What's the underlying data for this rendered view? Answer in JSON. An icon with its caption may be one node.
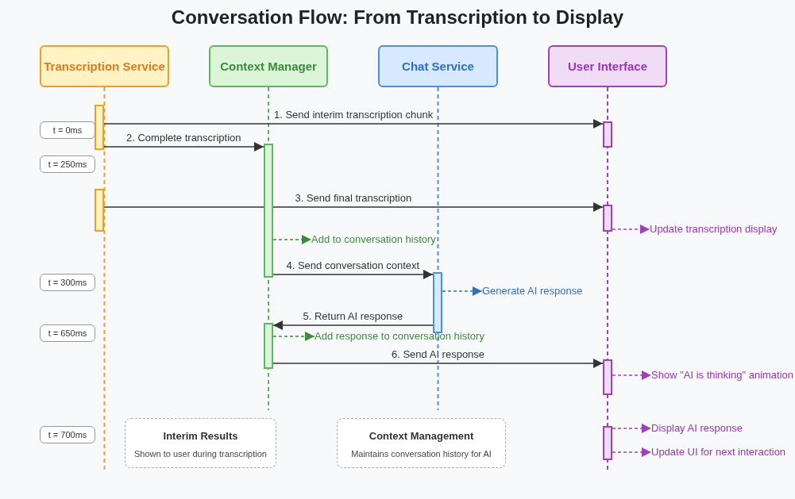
{
  "diagram": {
    "title": "Conversation Flow: From Transcription to Display",
    "nodes": [
      {
        "text": [
          "Transcription Service"
        ]
      },
      {
        "text": [
          "Context Manager"
        ]
      },
      {
        "text": [
          "Chat Service"
        ]
      },
      {
        "text": [
          "User Interface"
        ]
      },
      {
        "text": [],
        "shape": "bar"
      },
      {
        "text": [],
        "shape": "bar"
      },
      {
        "text": [],
        "shape": "bar"
      },
      {
        "text": [],
        "shape": "bar"
      },
      {
        "text": [],
        "shape": "bar"
      },
      {
        "text": [],
        "shape": "bar"
      },
      {
        "text": [],
        "shape": "bar"
      },
      {
        "text": [],
        "shape": "bar"
      },
      {
        "text": [],
        "shape": "bar"
      },
      {
        "text": [
          "Add to conversation history"
        ]
      },
      {
        "text": [
          "Update transcription display"
        ]
      },
      {
        "text": [
          "Generate AI response"
        ]
      },
      {
        "text": [
          "Add response to conversation history"
        ]
      },
      {
        "text": [
          "Show \"AI is thinking\" animation"
        ]
      },
      {
        "text": [
          "Display AI response"
        ]
      },
      {
        "text": [
          "Update UI for next interaction"
        ]
      },
      {
        "text": [
          "t = 0ms"
        ]
      },
      {
        "text": [
          "t = 250ms"
        ]
      },
      {
        "text": [
          "t = 300ms"
        ]
      },
      {
        "text": [
          "t = 650ms"
        ]
      },
      {
        "text": [
          "t = 700ms"
        ]
      },
      {
        "text": [
          "Interim Results",
          "Shown to user during transcription"
        ]
      },
      {
        "text": [
          "Context Management",
          "Maintains conversation history for AI"
        ]
      }
    ],
    "edges": [
      {
        "from": 4,
        "to": 5,
        "arrow": "to",
        "label": "1. Send interim transcription chunk"
      },
      {
        "from": 4,
        "to": 6,
        "arrow": "to",
        "label": "2. Complete transcription"
      },
      {
        "from": 7,
        "to": 8,
        "arrow": "to",
        "label": "3. Send final transcription"
      },
      {
        "from": 6,
        "to": 13,
        "arrow": "to",
        "style": "dashed",
        "color": "#3d8b3d"
      },
      {
        "from": 8,
        "to": 14,
        "arrow": "to",
        "style": "dashed",
        "color": "#a040c0"
      },
      {
        "from": 6,
        "to": 9,
        "arrow": "to",
        "label": "4. Send conversation context"
      },
      {
        "from": 9,
        "to": 15,
        "arrow": "to",
        "style": "dashed",
        "color": "#2f6fc0"
      },
      {
        "from": 9,
        "to": 10,
        "arrow": "to",
        "label": "5. Return AI response"
      },
      {
        "from": 10,
        "to": 16,
        "arrow": "to",
        "style": "dashed",
        "color": "#3d8b3d"
      },
      {
        "from": 10,
        "to": 11,
        "arrow": "to",
        "label": "6. Send AI response"
      },
      {
        "from": 11,
        "to": 17,
        "arrow": "to",
        "style": "dashed",
        "color": "#a040c0"
      },
      {
        "from": 12,
        "to": 18,
        "arrow": "to",
        "style": "dashed",
        "color": "#a040c0"
      },
      {
        "from": 12,
        "to": 19,
        "arrow": "to",
        "style": "dashed",
        "color": "#a040c0"
      }
    ]
  }
}
